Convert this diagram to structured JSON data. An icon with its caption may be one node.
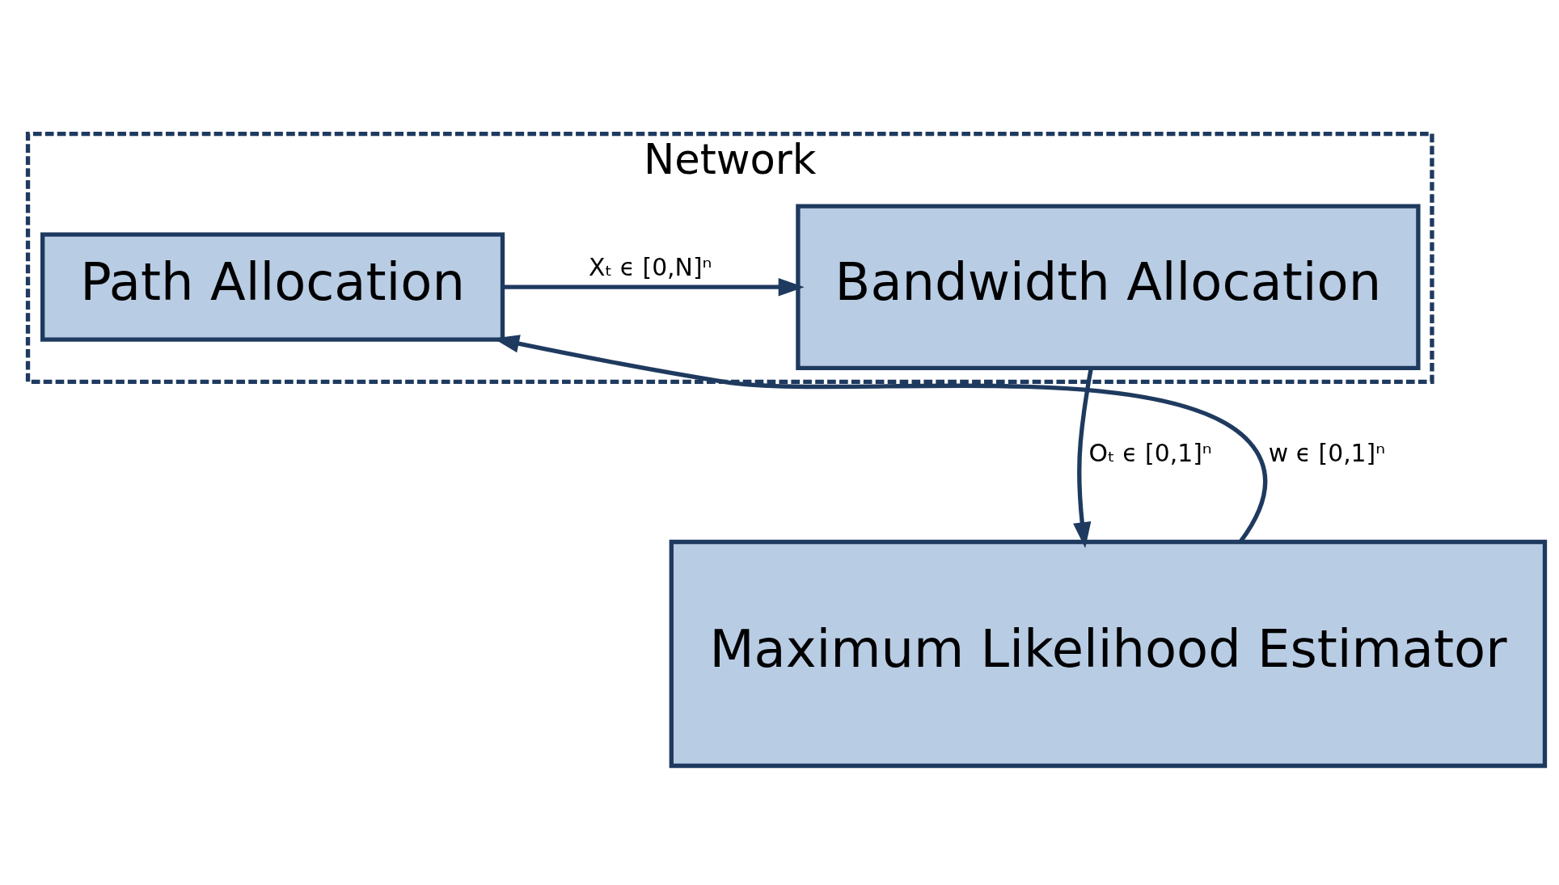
{
  "diagram": {
    "nodes": [
      {
        "text": [
          "Network"
        ]
      },
      {
        "text": [
          "Path Allocation"
        ],
        "in": 0
      },
      {
        "text": [
          "Bandwidth Allocation"
        ],
        "in": 0
      },
      {
        "text": [
          "Maximum Likelihood Estimator"
        ]
      }
    ],
    "edges": [
      {
        "from": 1,
        "to": 2,
        "arrow": "to",
        "label": "Xₜ ϵ [0,N]ⁿ"
      },
      {
        "from": 2,
        "to": 3,
        "arrow": "to",
        "label": "Oₜ ϵ [0,1]ⁿ"
      },
      {
        "from": 3,
        "to": 1,
        "arrow": "to",
        "label": "w ϵ [0,1]ⁿ"
      }
    ]
  }
}
